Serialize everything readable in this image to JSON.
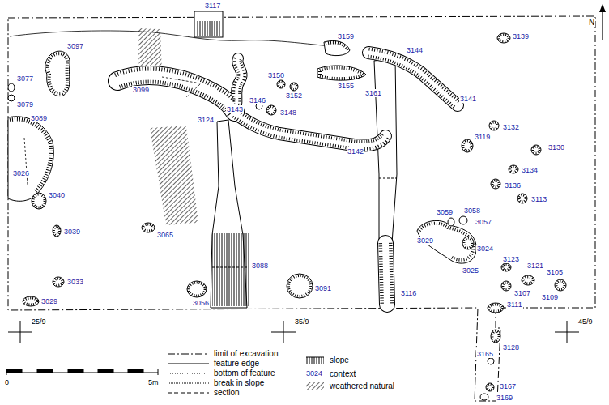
{
  "diagram": {
    "labels": [
      "3117",
      "3159",
      "3139",
      "3097",
      "3077",
      "3079",
      "3099",
      "3150",
      "3155",
      "3144",
      "3141",
      "3161",
      "3089",
      "3143",
      "3146",
      "3152",
      "3148",
      "3124",
      "3142",
      "3132",
      "3119",
      "3130",
      "3134",
      "3136",
      "3113",
      "3026",
      "3040",
      "3039",
      "3065",
      "3059",
      "3058",
      "3057",
      "3029",
      "3024",
      "3025",
      "3123",
      "3121",
      "3105",
      "3109",
      "3107",
      "3088",
      "3033",
      "3056",
      "3091",
      "3116",
      "3029",
      "3111",
      "3128",
      "3165",
      "3167",
      "3169",
      "25/9",
      "35/9",
      "45/9",
      "N",
      "0",
      "5m",
      "3024"
    ],
    "legend": [
      {
        "text": "limit of excavation"
      },
      {
        "text": "feature edge"
      },
      {
        "text": "bottom of feature"
      },
      {
        "text": "break in slope"
      },
      {
        "text": "section"
      },
      {
        "text": "slope"
      },
      {
        "text": "context"
      },
      {
        "text": "weathered natural"
      }
    ]
  }
}
